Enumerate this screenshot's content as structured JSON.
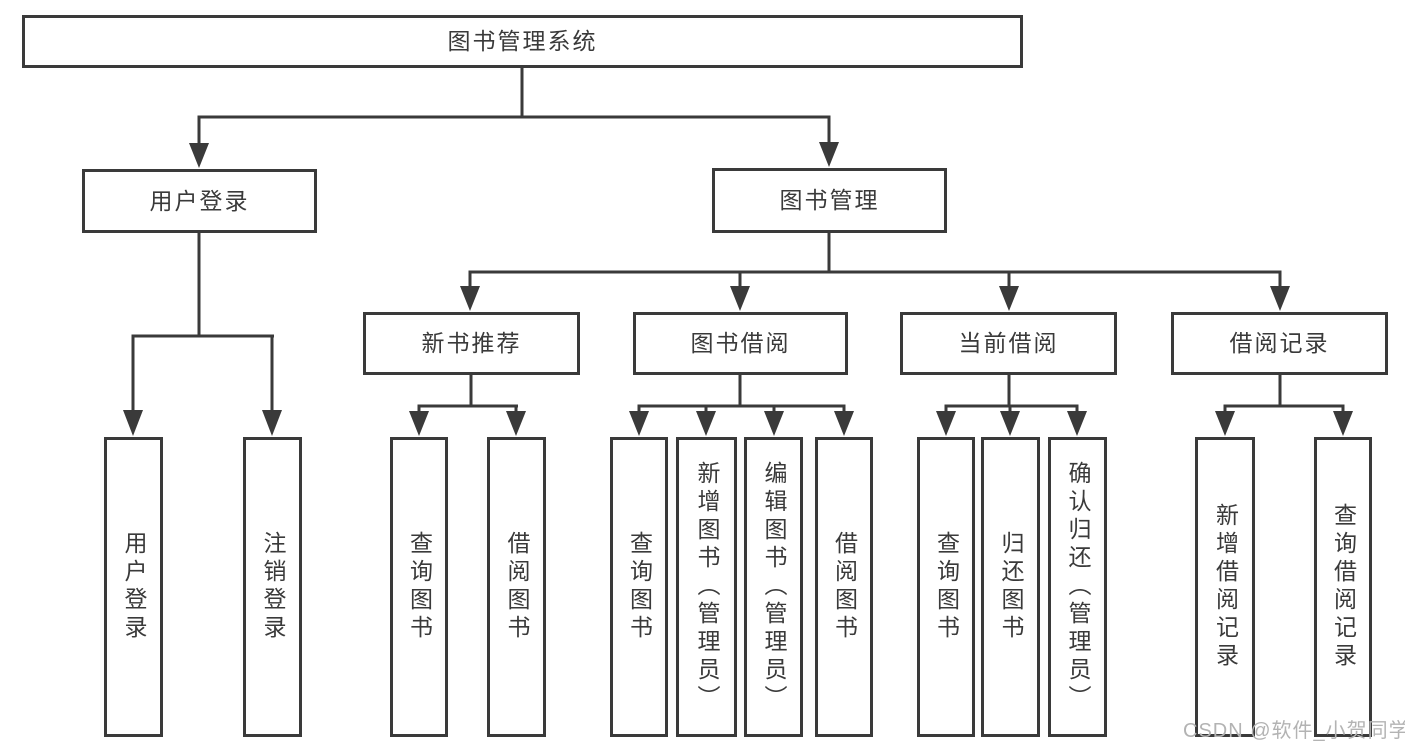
{
  "diagram": {
    "root": {
      "label": "图书管理系统"
    },
    "level2": [
      {
        "label": "用户登录"
      },
      {
        "label": "图书管理"
      }
    ],
    "level3": [
      {
        "label": "新书推荐"
      },
      {
        "label": "图书借阅"
      },
      {
        "label": "当前借阅"
      },
      {
        "label": "借阅记录"
      }
    ],
    "leaves": {
      "login": [
        {
          "label": "用户登录"
        },
        {
          "label": "注销登录"
        }
      ],
      "new_books": [
        {
          "label": "查询图书"
        },
        {
          "label": "借阅图书"
        }
      ],
      "book_borrow": [
        {
          "label": "查询图书"
        },
        {
          "label": "新增图书（管理员）"
        },
        {
          "label": "编辑图书（管理员）"
        },
        {
          "label": "借阅图书"
        }
      ],
      "current_borrow": [
        {
          "label": "查询图书"
        },
        {
          "label": "归还图书"
        },
        {
          "label": "确认归还（管理员）"
        }
      ],
      "borrow_records": [
        {
          "label": "新增借阅记录"
        },
        {
          "label": "查询借阅记录"
        }
      ]
    },
    "watermark": "CSDN @软件_小贺同学",
    "colors": {
      "line": "#3a3a3a",
      "text": "#3a3a3a",
      "watermark": "#b3b3b3",
      "background": "#ffffff"
    }
  }
}
